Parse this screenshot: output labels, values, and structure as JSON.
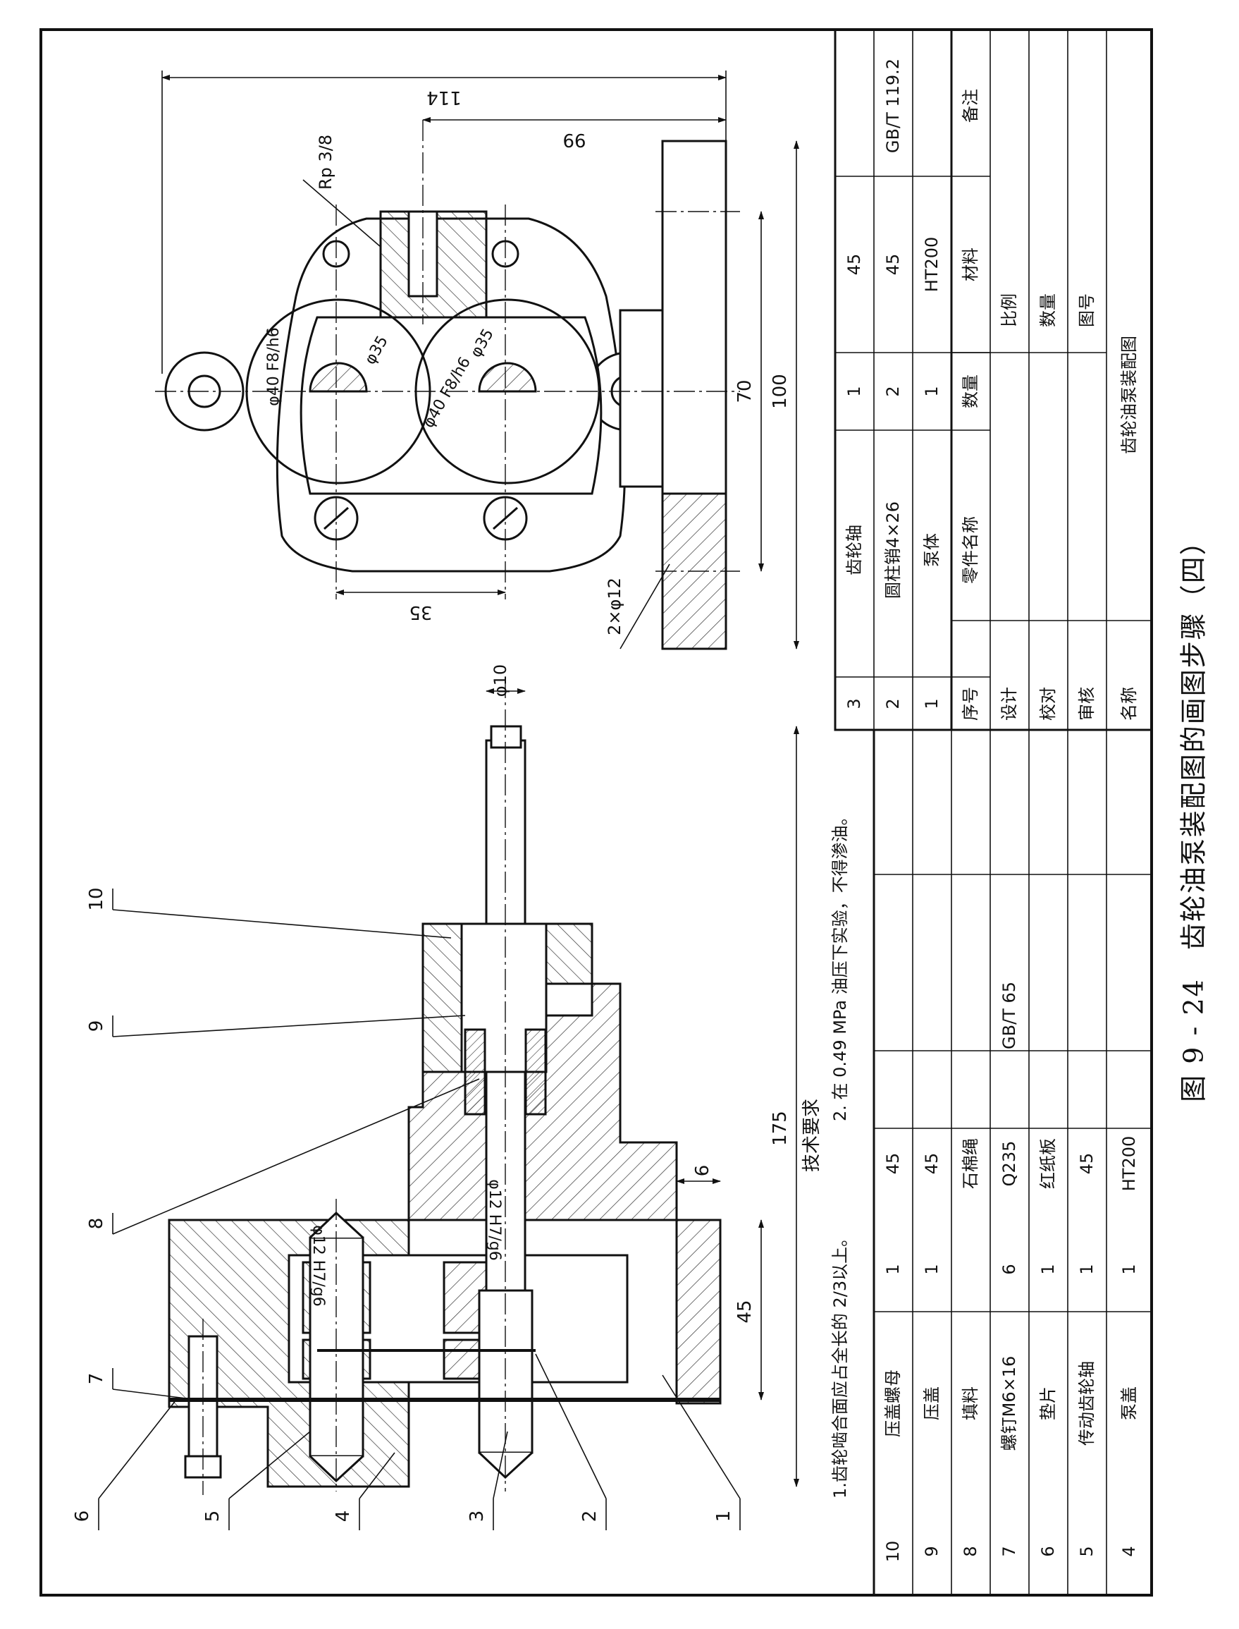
{
  "caption": "图 9 - 24　齿轮油泵装配图的画图步骤（四）",
  "balloons": [
    "1",
    "2",
    "3",
    "4",
    "5",
    "6",
    "7",
    "8",
    "9",
    "10"
  ],
  "dimensions": {
    "d175": "175",
    "d45": "45",
    "d6": "6",
    "d114": "114",
    "d99": "99",
    "d70": "70",
    "d100": "100",
    "d35": "35",
    "d10": "φ10",
    "pipe": "Rp 3/8",
    "holes": "2×φ12",
    "fit_h7": "H7",
    "fit_g6": "g6",
    "fit_phi12": "φ12",
    "fit_f8": "F8",
    "fit_h6": "h6",
    "fit_phi40": "φ40",
    "fit_phi35": "φ35"
  },
  "notes": {
    "title": "技术要求",
    "line1": "1.齿轮啮合面应占全长的 2/3以上。",
    "line2": "2. 在 0.49 MPa 油压下实验，不得渗油。"
  },
  "parts_lower": [
    {
      "no": "10",
      "name": "压盖螺母",
      "qty": "1",
      "mat": "45",
      "note": ""
    },
    {
      "no": "9",
      "name": "压盖",
      "qty": "1",
      "mat": "45",
      "note": ""
    },
    {
      "no": "8",
      "name": "填料",
      "qty": "",
      "mat": "石棉绳",
      "note": ""
    },
    {
      "no": "7",
      "name": "螺钉M6×16",
      "qty": "6",
      "mat": "Q235",
      "note": "GB/T 65"
    },
    {
      "no": "6",
      "name": "垫片",
      "qty": "1",
      "mat": "红纸板",
      "note": ""
    },
    {
      "no": "5",
      "name": "传动齿轮轴",
      "qty": "1",
      "mat": "45",
      "note": ""
    },
    {
      "no": "4",
      "name": "泵盖",
      "qty": "1",
      "mat": "HT200",
      "note": ""
    }
  ],
  "parts_upper": [
    {
      "no": "3",
      "name": "齿轮轴",
      "qty": "1",
      "mat": "45",
      "note": ""
    },
    {
      "no": "2",
      "name": "圆柱销4×26",
      "qty": "2",
      "mat": "45",
      "note": "GB/T 119.2"
    },
    {
      "no": "1",
      "name": "泵体",
      "qty": "1",
      "mat": "HT200",
      "note": ""
    }
  ],
  "header": {
    "no": "序号",
    "name": "零件名称",
    "qty": "数量",
    "mat": "材料",
    "note": "备注"
  },
  "title_block": {
    "design": "设计",
    "check": "校对",
    "review": "审核",
    "name_label": "名称",
    "scale": "比例",
    "quantity": "数量",
    "drawing_no": "图号",
    "drawing_name": "齿轮油泵装配图"
  }
}
